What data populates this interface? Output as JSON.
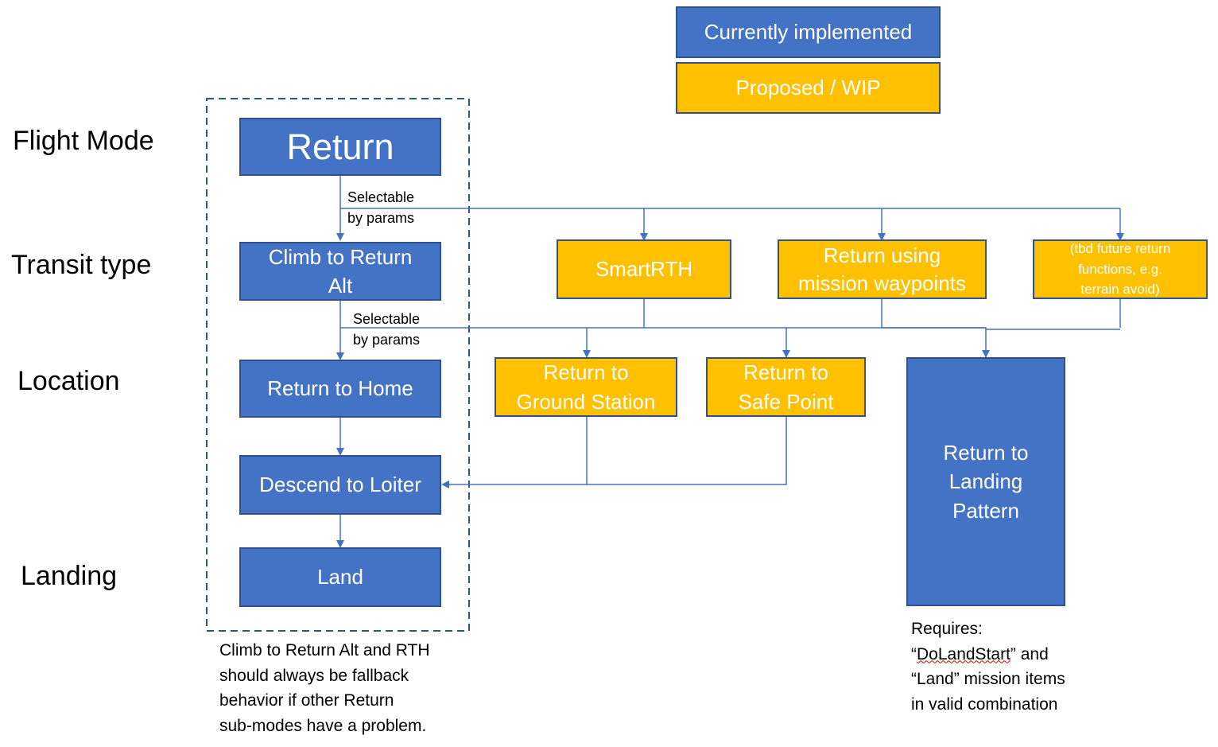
{
  "legend": {
    "implemented": "Currently implemented",
    "proposed": "Proposed / WIP"
  },
  "row_labels": {
    "flight_mode": "Flight Mode",
    "transit_type": "Transit type",
    "location": "Location",
    "landing": "Landing"
  },
  "nodes": {
    "return": "Return",
    "climb": "Climb to Return\nAlt",
    "home": "Return to Home",
    "loiter": "Descend to Loiter",
    "land": "Land",
    "smartrth": "SmartRTH",
    "mission": "Return using\nmission waypoints",
    "future": "(tbd future return\nfunctions, e.g.\nterrain avoid)",
    "ground": "Return to\nGround Station",
    "safe": "Return to\nSafe Point",
    "landing_pattern": "Return to\nLanding\nPattern"
  },
  "edge_labels": {
    "selectable_1": "Selectable\nby params",
    "selectable_2": "Selectable\nby params"
  },
  "notes": {
    "fallback": "Climb to Return Alt and RTH\nshould always be fallback\nbehavior if other Return\nsub-modes have a problem.",
    "requires_line1": "Requires:",
    "requires_q1": "“",
    "requires_dolandstart": "DoLandStart",
    "requires_q2": "” and",
    "requires_line3": "“Land” mission items",
    "requires_line4": "in valid combination"
  },
  "colors": {
    "implemented": "#4472C4",
    "proposed": "#FFC000",
    "connector": "#4472C4",
    "border": "#2F528F"
  }
}
